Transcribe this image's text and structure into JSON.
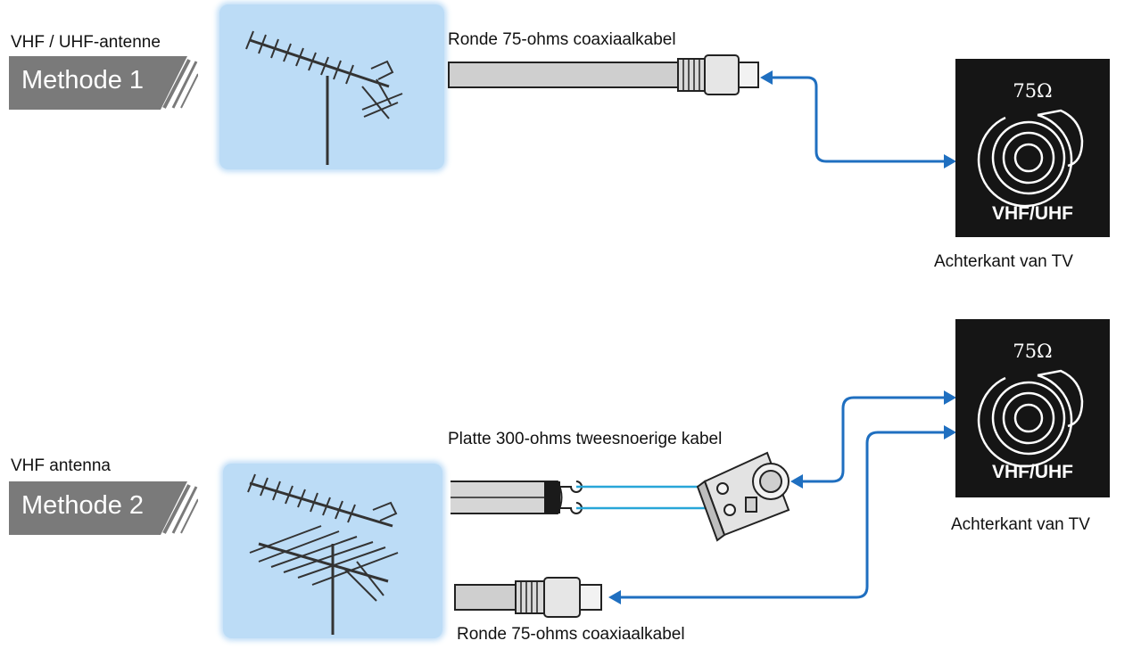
{
  "method1": {
    "antenna_label": "VHF / UHF-antenne",
    "method_label": "Methode 1",
    "cable_label": "Ronde 75-ohms coaxiaalkabel",
    "tv": {
      "ohm_label": "75Ω",
      "port_label": "VHF/UHF",
      "caption": "Achterkant van TV"
    }
  },
  "method2": {
    "antenna_label": "VHF antenna",
    "method_label": "Methode 2",
    "flat_cable_label": "Platte 300-ohms tweesnoerige kabel",
    "coax_cable_label": "Ronde 75-ohms coaxiaalkabel",
    "tv": {
      "ohm_label": "75Ω",
      "port_label": "VHF/UHF",
      "caption": "Achterkant van TV"
    }
  },
  "colors": {
    "arrow": "#1f6fc0",
    "antenna_bg": "#bcdcf6",
    "banner": "#7a7a7a",
    "tv_panel": "#151515"
  }
}
